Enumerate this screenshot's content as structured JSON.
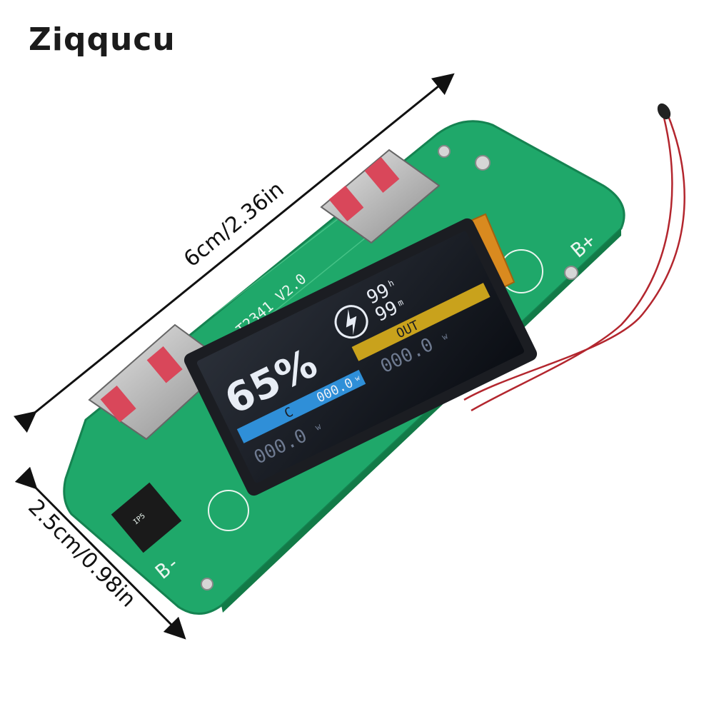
{
  "brand": {
    "name": "Ziqqucu",
    "accent_color": "#1d8fb0"
  },
  "dimensions": {
    "length_label": "6cm/2.36in",
    "width_label": "2.5cm/0.98in"
  },
  "board": {
    "color": "#1fa86a",
    "model_label": "T2341 V2.0",
    "terminal_positive": "B+",
    "terminal_negative": "B-"
  },
  "display": {
    "battery_percent": "65%",
    "time_hours": "99",
    "time_hours_unit": "h",
    "time_minutes": "99",
    "time_minutes_unit": "m",
    "out_label": "OUT",
    "out_value": "000.0",
    "out_unit": "w",
    "in_label": "C",
    "in_value": "000.0",
    "in_unit": "w",
    "in_value_2": "000.0",
    "in_unit_2": "w",
    "charge_icon": "lightning-icon",
    "in_bar_color": "#2f8fd8",
    "out_bar_color": "#c9a21c"
  }
}
